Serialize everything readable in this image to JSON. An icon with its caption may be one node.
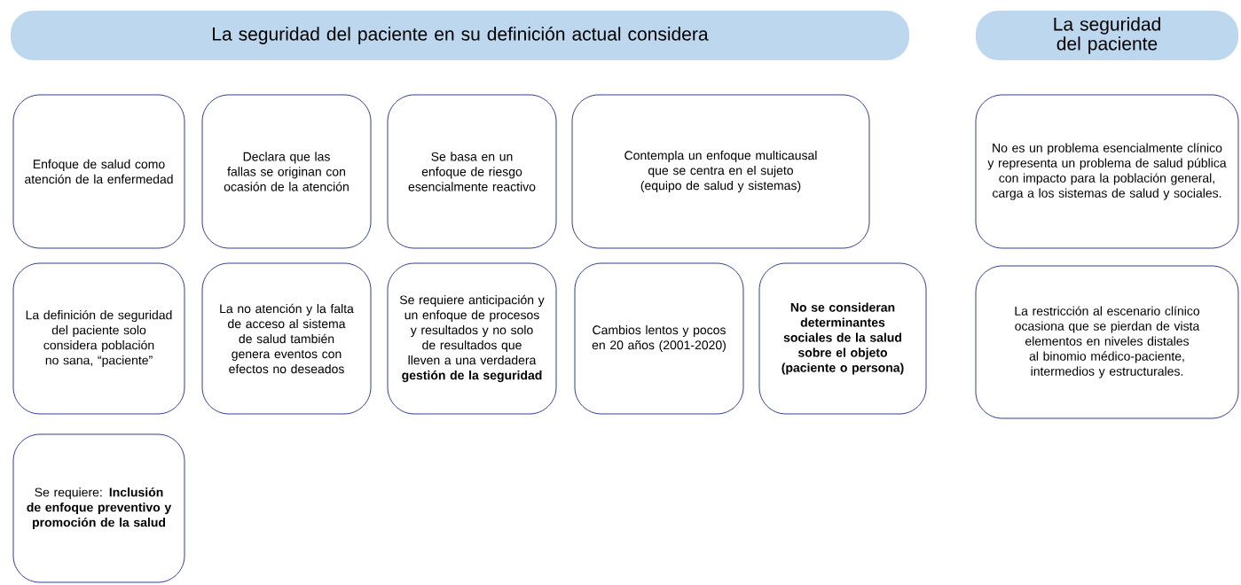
{
  "diagram": {
    "nodes": [
      {
        "text": [
          "La seguridad del paciente en su definición actual considera"
        ]
      },
      {
        "text": [
          "La seguridad del paciente"
        ]
      },
      {
        "text": [
          "Enfoque de salud como atención de la enfermedad"
        ]
      },
      {
        "text": [
          "Declara que las fallas se originan con ocasión de la atención"
        ]
      },
      {
        "text": [
          "Se basa en un enfoque de riesgo esencialmente reactivo"
        ]
      },
      {
        "text": [
          "Contempla un enfoque multicausal que se centra en el sujeto (equipo de salud y sistemas)"
        ]
      },
      {
        "text": [
          "No es un problema esencialmente clínico y representa un problema de salud pública con impacto para la población general, carga a los sistemas de salud y sociales."
        ]
      },
      {
        "text": [
          "La definición de seguridad del paciente solo considera población no sana, “paciente”"
        ]
      },
      {
        "text": [
          "La no atención y la falta de acceso al sistema de salud también genera eventos con efectos no deseados"
        ]
      },
      {
        "text": [
          "Se requiere anticipación y un enfoque de procesos y resultados y no solo de resultados que lleven a una verdadera **gestión de la seguridad**"
        ]
      },
      {
        "text": [
          "Cambios lentos y pocos en 20 años (2001-2020)"
        ]
      },
      {
        "text": [
          "No se consideran determinantes sociales de la salud sobre el objeto (paciente o persona)"
        ]
      },
      {
        "text": [
          "La restricción al escenario clínico ocasiona que se pierdan de vista elementos en niveles distales al binomio médico-paciente, intermedios y estructurales."
        ]
      },
      {
        "text": [
          "Se requiere: **Inclusión de enfoque preventivo y promoción de la salud**"
        ]
      }
    ]
  }
}
